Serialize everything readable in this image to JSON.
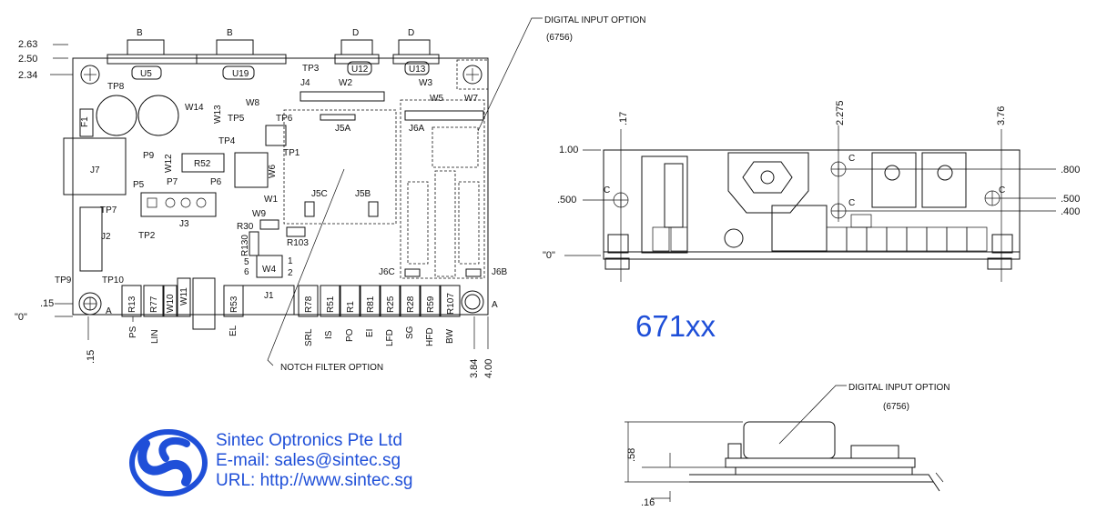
{
  "board": {
    "top_labels": [
      "B",
      "B",
      "D",
      "D"
    ],
    "left_dims": [
      "2.63",
      "2.50",
      "2.34",
      ".15",
      "\"0\""
    ],
    "bottom_dims": [
      ".15",
      "3.84",
      "4.00"
    ],
    "side_letter": "A",
    "components": [
      "U5",
      "U19",
      "U12",
      "U13",
      "TP3",
      "J4",
      "W2",
      "W3",
      "TP8",
      "W14",
      "W13",
      "W8",
      "TP5",
      "TP6",
      "J5A",
      "W5",
      "W7",
      "J6A",
      "F1",
      "TP4",
      "TP1",
      "J7",
      "P9",
      "W12",
      "R52",
      "W6",
      "P5",
      "P7",
      "P6",
      "W1",
      "W9",
      "TP7",
      "J5C",
      "J5B",
      "J3",
      "TP2",
      "R30",
      "R103",
      "J2",
      "R130",
      "W4",
      "TP9",
      "TP10",
      "J6C",
      "J6B",
      "R13",
      "R77",
      "W10",
      "W11",
      "R53",
      "J1",
      "R78",
      "R51",
      "R1",
      "R81",
      "R25",
      "R28",
      "R59",
      "R107"
    ],
    "w4_pins": [
      "5",
      "6",
      "1",
      "2"
    ],
    "bottom_labels": [
      "PS",
      "LIN",
      "EL",
      "SRL",
      "IS",
      "PO",
      "EI",
      "LFD",
      "SG",
      "HFD",
      "BW"
    ],
    "notch_filter": "NOTCH FILTER OPTION",
    "digital_input": "DIGITAL INPUT OPTION",
    "digital_input_part": "(6756)"
  },
  "side_view": {
    "top_dims": [
      ".17",
      "2.275",
      "3.76"
    ],
    "left_dims": [
      "1.00",
      ".500",
      "\"0\""
    ],
    "right_dims": [
      ".800",
      ".500",
      ".400"
    ],
    "hole_letter": "C"
  },
  "model": "671xx",
  "profile": {
    "label": "DIGITAL INPUT OPTION",
    "part": "(6756)",
    "dims": [
      ".58",
      ".16"
    ]
  },
  "company": {
    "name": "Sintec Optronics Pte Ltd",
    "email": "E-mail: sales@sintec.sg",
    "url": "URL: http://www.sintec.sg"
  },
  "colors": {
    "brand": "#1f4fd8",
    "line": "#111111"
  }
}
